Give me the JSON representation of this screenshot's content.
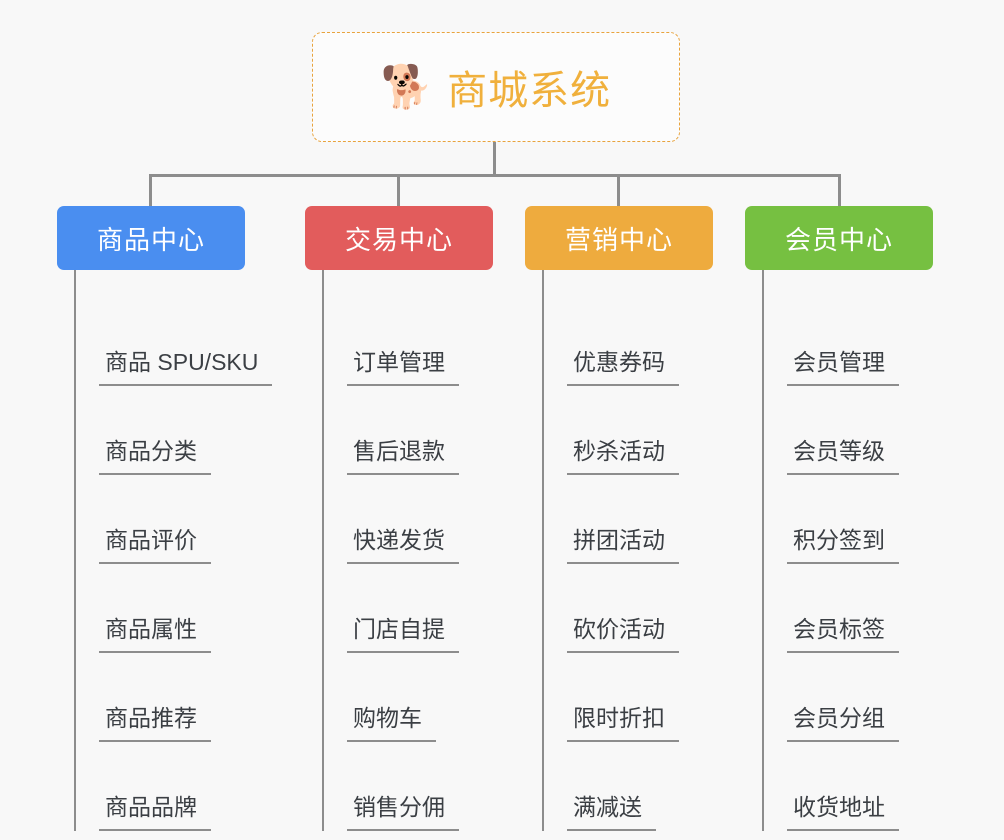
{
  "background_color": "#f8f8f8",
  "root": {
    "icon": "shiba-dog-face-icon",
    "icon_glyph": "🐕",
    "title": "商城系统",
    "title_color": "#f0b03c",
    "border_color": "#e8a33d"
  },
  "columns": [
    {
      "id": "product-center",
      "title": "商品中心",
      "color": "#4a8ef0",
      "items": [
        {
          "label": "商品 SPU/SKU"
        },
        {
          "label": "商品分类"
        },
        {
          "label": "商品评价"
        },
        {
          "label": "商品属性"
        },
        {
          "label": "商品推荐"
        },
        {
          "label": "商品品牌"
        }
      ]
    },
    {
      "id": "trade-center",
      "title": "交易中心",
      "color": "#e25c5c",
      "items": [
        {
          "label": "订单管理"
        },
        {
          "label": "售后退款"
        },
        {
          "label": "快递发货"
        },
        {
          "label": "门店自提"
        },
        {
          "label": "购物车"
        },
        {
          "label": "销售分佣"
        }
      ]
    },
    {
      "id": "marketing-center",
      "title": "营销中心",
      "color": "#eeab3e",
      "items": [
        {
          "label": "优惠券码"
        },
        {
          "label": "秒杀活动"
        },
        {
          "label": "拼团活动"
        },
        {
          "label": "砍价活动"
        },
        {
          "label": "限时折扣"
        },
        {
          "label": "满减送"
        }
      ]
    },
    {
      "id": "member-center",
      "title": "会员中心",
      "color": "#76c041",
      "items": [
        {
          "label": "会员管理"
        },
        {
          "label": "会员等级"
        },
        {
          "label": "积分签到"
        },
        {
          "label": "会员标签"
        },
        {
          "label": "会员分组"
        },
        {
          "label": "收货地址"
        }
      ]
    }
  ]
}
